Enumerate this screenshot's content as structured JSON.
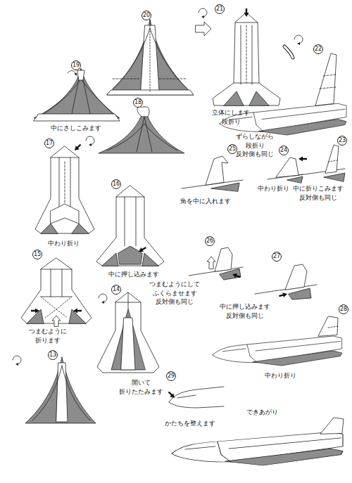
{
  "diagram": {
    "nodes": [
      {
        "text": [
          "13"
        ]
      },
      {
        "text": [
          "14"
        ]
      },
      {
        "text": [
          "15"
        ]
      },
      {
        "text": [
          "16"
        ]
      },
      {
        "text": [
          "17"
        ]
      },
      {
        "text": [
          "18"
        ]
      },
      {
        "text": [
          "19"
        ]
      },
      {
        "text": [
          "20"
        ]
      },
      {
        "text": [
          "21"
        ]
      },
      {
        "text": [
          "22"
        ]
      },
      {
        "text": [
          "23"
        ]
      },
      {
        "text": [
          "24"
        ]
      },
      {
        "text": [
          "25"
        ]
      },
      {
        "text": [
          "26"
        ]
      },
      {
        "text": [
          "27"
        ]
      },
      {
        "text": [
          "28"
        ]
      },
      {
        "text": [
          "29"
        ]
      }
    ],
    "labels": [
      "中にさしこみます",
      "立体にします",
      "段折り",
      "ずらしながら 段折り 反対側も同じ",
      "中に折りこみます 反対側も同じ",
      "中わり折り",
      "角を中に入れます",
      "つまむようにして ふくらませます 反対側も同じ",
      "中に押し込みます 反対側も同じ",
      "中わり折り",
      "かたちを整えます",
      "できあがり",
      "中わり折り",
      "中に押し込みます",
      "つまむように 折ります",
      "開いて 折りたたみます"
    ]
  }
}
